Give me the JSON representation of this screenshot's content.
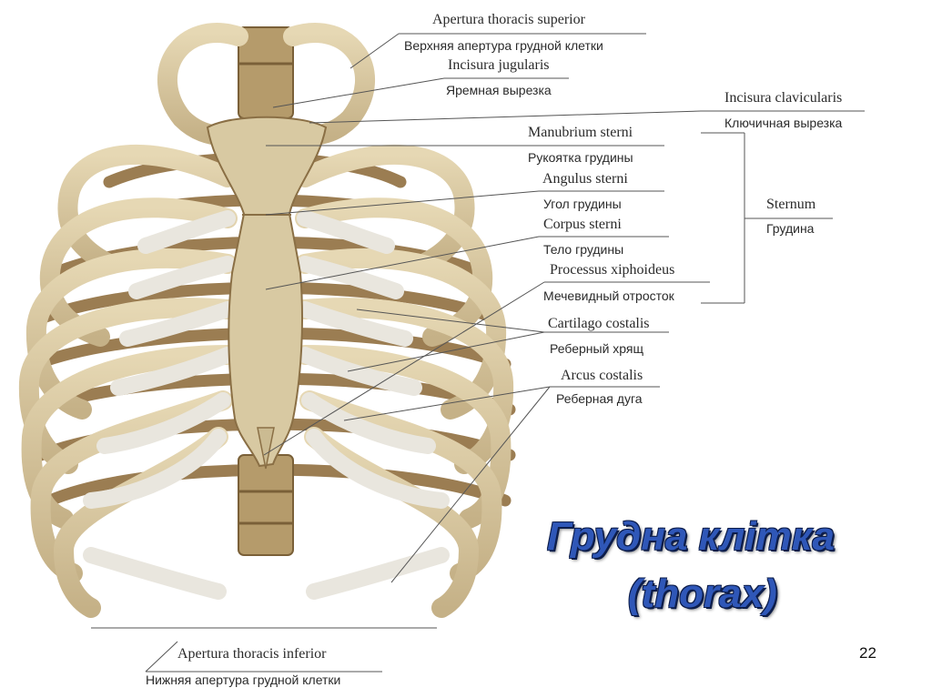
{
  "labels": {
    "apertura_superior_lat": "Apertura thoracis superior",
    "apertura_superior_rus": "Верхняя апертура грудной клетки",
    "incisura_jugularis_lat": "Incisura jugularis",
    "incisura_jugularis_rus": "Яремная вырезка",
    "incisura_clavicularis_lat": "Incisura clavicularis",
    "incisura_clavicularis_rus": "Ключичная вырезка",
    "manubrium_lat": "Manubrium sterni",
    "manubrium_rus": "Рукоятка грудины",
    "angulus_lat": "Angulus sterni",
    "angulus_rus": "Угол грудины",
    "corpus_lat": "Corpus sterni",
    "corpus_rus": "Тело грудины",
    "xiphoid_lat": "Processus xiphoideus",
    "xiphoid_rus": "Мечевидный отросток",
    "sternum_lat": "Sternum",
    "sternum_rus": "Грудина",
    "cartilago_lat": "Cartilago costalis",
    "cartilago_rus": "Реберный хрящ",
    "arcus_lat": "Arcus costalis",
    "arcus_rus": "Реберная дуга",
    "apertura_inferior_lat": "Apertura thoracis inferior",
    "apertura_inferior_rus": "Нижняя апертура грудной клетки"
  },
  "title": {
    "line1": "Грудна клітка",
    "line2": "(thorax)"
  },
  "page_number": "22",
  "colors": {
    "bone": "#d9c9a3",
    "bone_dark": "#8a6f45",
    "cartilage": "#ebe8e0",
    "title": "#2f57b8"
  }
}
